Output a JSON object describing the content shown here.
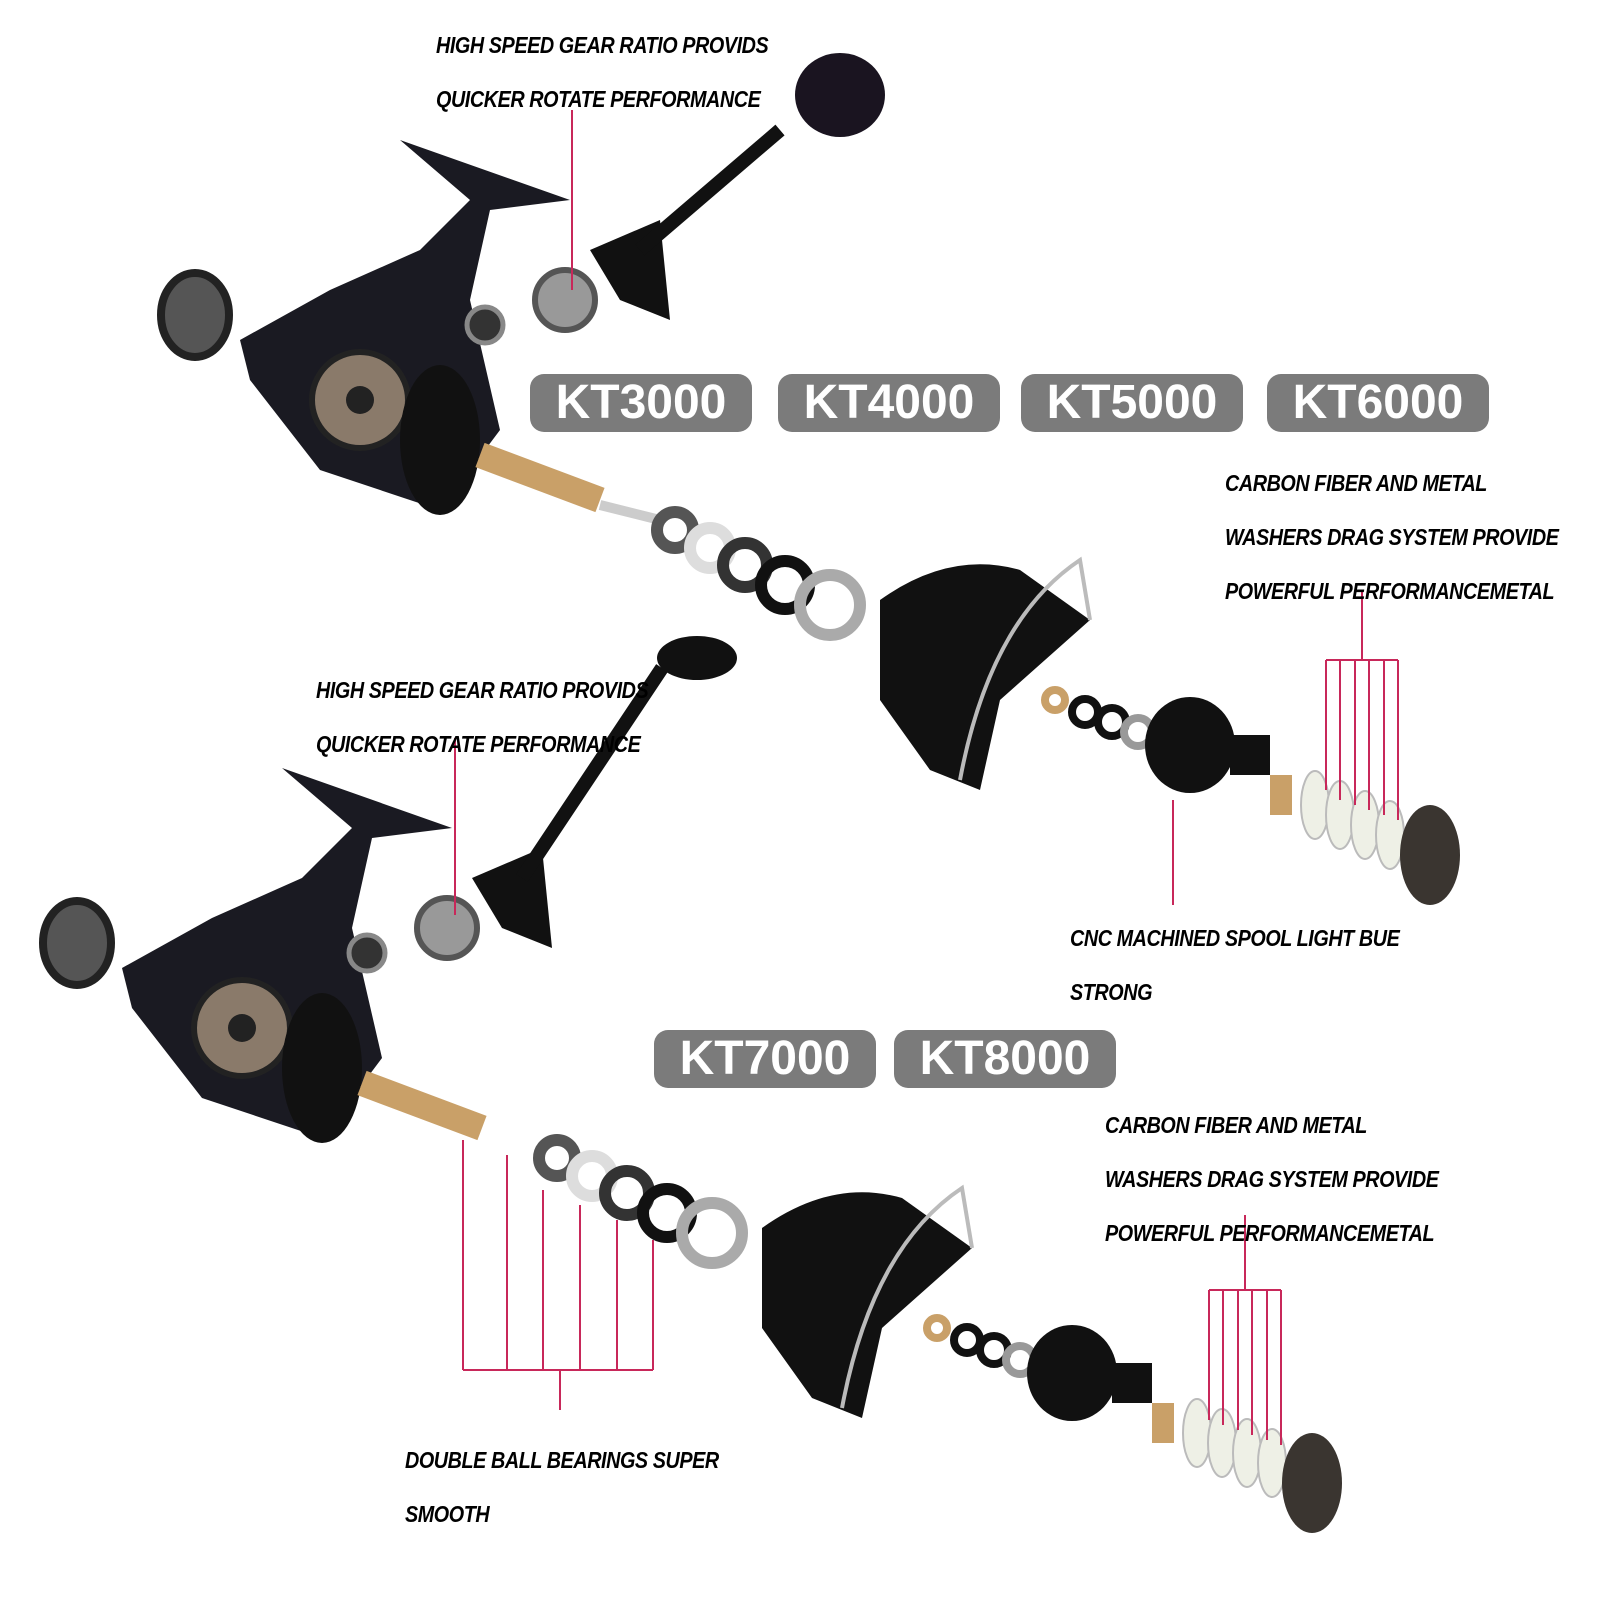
{
  "models_row1": [
    "KT3000",
    "KT4000",
    "KT5000",
    "KT6000"
  ],
  "models_row2": [
    "KT7000",
    "KT8000"
  ],
  "callouts": {
    "gear_top": [
      "HIGH SPEED GEAR RATIO PROVIDS",
      "QUICKER ROTATE PERFORMANCE"
    ],
    "drag_top": [
      "CARBON FIBER AND METAL",
      "WASHERS DRAG SYSTEM PROVIDE",
      "POWERFUL PERFORMANCEMETAL"
    ],
    "gear_bottom": [
      "HIGH SPEED GEAR RATIO PROVIDS",
      "QUICKER ROTATE PERFORMANCE"
    ],
    "spool": [
      "CNC MACHINED SPOOL LIGHT BUE",
      "STRONG"
    ],
    "drag_bottom": [
      "CARBON FIBER AND METAL",
      "WASHERS DRAG SYSTEM PROVIDE",
      "POWERFUL PERFORMANCEMETAL"
    ],
    "bearings": [
      "DOUBLE  BALL BEARINGS SUPER",
      "SMOOTH"
    ]
  },
  "colors": {
    "callout_line": "#c8285a",
    "badge": "#7b7b7b"
  }
}
